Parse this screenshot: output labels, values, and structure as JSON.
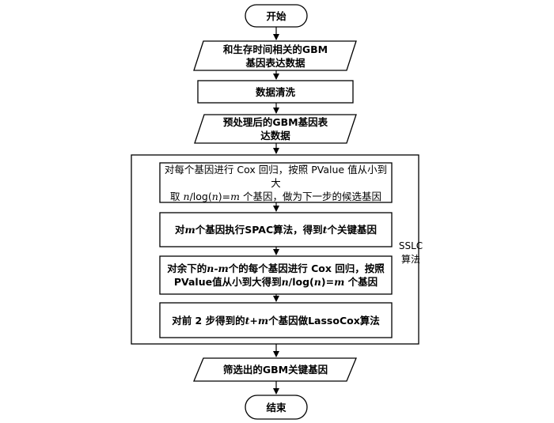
{
  "nodes": {
    "start": "开始",
    "input_line1": "和生存时间相关的GBM",
    "input_line2": "基因表达数据",
    "clean": "数据清洗",
    "pre_line1": "预处理后的GBM基因表",
    "pre_line2": "达数据",
    "step1_line1_a": "对每个基因进行 Cox 回归，按照 PValue 值从小到大",
    "step1_line2_a": "取 ",
    "step1_line2_n1": "n",
    "step1_line2_b": "/log(",
    "step1_line2_n2": "n",
    "step1_line2_c": ")=",
    "step1_line2_m": "m",
    "step1_line2_d": " 个基因，做为下一步的候选基因",
    "step2_a": "对",
    "step2_m": "m",
    "step2_b": "个基因执行SPAC算法，得到",
    "step2_t": "t",
    "step2_c": "个关键基因",
    "step3_line1_a": "对余下的",
    "step3_line1_nm": "n-m",
    "step3_line1_b": "个的每个基因进行 Cox 回归，按照",
    "step3_line2_a": "PValue值从小到大得到",
    "step3_line2_n1": "n",
    "step3_line2_b": "/log(",
    "step3_line2_n2": "n",
    "step3_line2_c": ")=",
    "step3_line2_m": "m",
    "step3_line2_d": " 个基因",
    "step4_a": "对前 2 步得到的",
    "step4_tm": "t+m",
    "step4_b": "个基因做LassoCox算法",
    "group_label_line1": "SSLC",
    "group_label_line2": "算法",
    "output": "筛选出的GBM关键基因",
    "end": "结束"
  }
}
